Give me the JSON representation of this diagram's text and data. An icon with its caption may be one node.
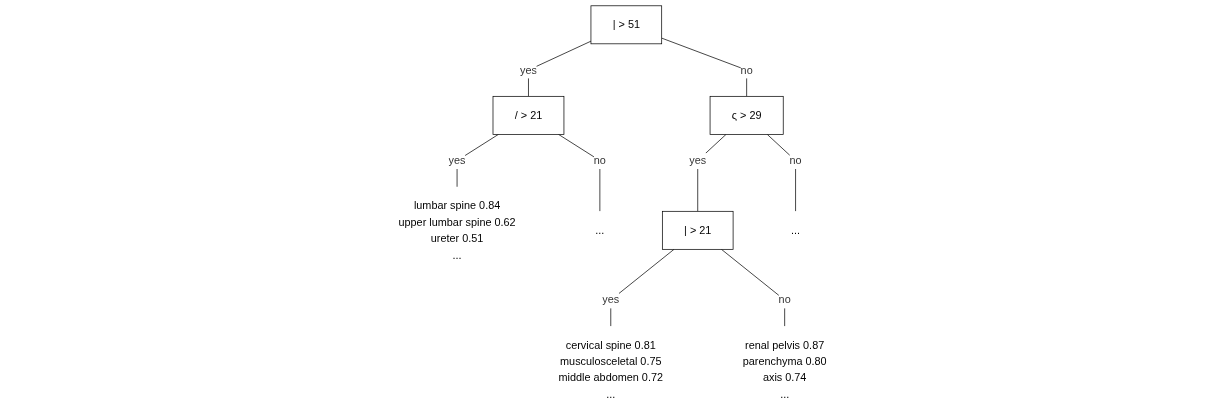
{
  "diagram": {
    "nodes": [
      {
        "text": [
          "| > 51"
        ]
      },
      {
        "text": [
          "/ > 21"
        ]
      },
      {
        "text": [
          "ς > 29"
        ]
      },
      {
        "text": [
          "lumbar spine 0.84",
          "upper lumbar spine 0.62",
          "ureter 0.51",
          "..."
        ]
      },
      {
        "text": [
          "..."
        ]
      },
      {
        "text": [
          "| > 21"
        ]
      },
      {
        "text": [
          "..."
        ]
      },
      {
        "text": [
          "cervical spine 0.81",
          "musculosceletal 0.75",
          "middle abdomen 0.72",
          "..."
        ]
      },
      {
        "text": [
          "renal pelvis 0.87",
          "parenchyma 0.80",
          "axis 0.74",
          "..."
        ]
      }
    ],
    "edges": [
      {
        "from": 0,
        "to": 1,
        "arrow": "none",
        "label": "yes"
      },
      {
        "from": 0,
        "to": 2,
        "arrow": "none",
        "label": "no"
      },
      {
        "from": 1,
        "to": 3,
        "arrow": "none",
        "label": "yes"
      },
      {
        "from": 1,
        "to": 4,
        "arrow": "none",
        "label": "no"
      },
      {
        "from": 2,
        "to": 5,
        "arrow": "none",
        "label": "yes"
      },
      {
        "from": 2,
        "to": 6,
        "arrow": "none",
        "label": "no"
      },
      {
        "from": 5,
        "to": 7,
        "arrow": "none",
        "label": "yes"
      },
      {
        "from": 5,
        "to": 8,
        "arrow": "none",
        "label": "no"
      }
    ]
  }
}
